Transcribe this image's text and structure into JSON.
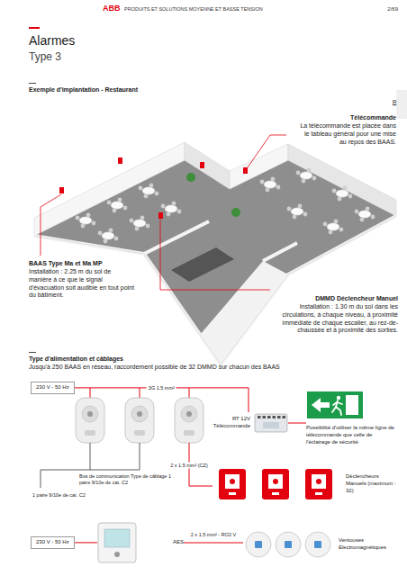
{
  "diagram": {
    "title": "Alarmes",
    "nodes": [
      {
        "text": [
          "230 V - 50 Hz"
        ]
      },
      {
        "text": [
          "RT 12V Télécommande"
        ]
      },
      {
        "text": [
          "Possibilité d'utiliser la même ligne de télécommande que celle de l'éclairage de sécurité"
        ]
      },
      {
        "text": [
          "Déclencheurs Manuels (maximum : 32)"
        ]
      },
      {
        "text": [
          "230 V - 50 Hz"
        ]
      },
      {
        "text": [
          "AES"
        ]
      },
      {
        "text": [
          "Ventouses Electromagnétiques"
        ]
      }
    ],
    "edges": [
      {
        "from": 0,
        "to": 1,
        "label": "3G 1.5 mm²",
        "arrow": "none"
      },
      {
        "from": 1,
        "to": 2,
        "arrow": "none"
      },
      {
        "from": 4,
        "to": 5,
        "arrow": "none"
      },
      {
        "from": 5,
        "to": 6,
        "label": "2 x 1.5 mm² - RO2 V",
        "arrow": "none"
      }
    ],
    "labels": [
      "ABB",
      "PRODUITS ET SOLUTIONS MOYENNE ET BASSE TENSION",
      "2/69",
      "03",
      "Type 3",
      "Exemple d'implantation - Restaurant",
      "Télécommande",
      "La télécommande est placée dans le tableau général pour une mise au repos des BAAS.",
      "BAAS Type Ma et Ma MP",
      "Installation : 2.25 m du sol de manière à ce que le signal d'évacuation soit audible en tout point du bâtiment.",
      "DMMD Déclencheur Manuel",
      "Installation : 1.30 m du sol dans les circulations, à chaque niveau, à proximité immédiate de chaque escalier, au rez-de-chaussée et à proximité des sorties.",
      "Type d'alimentation et câblages",
      "Jusqu'à 250 BAAS en réseau, raccordement possible de 32 DMMD sur chacun des BAAS",
      "2 x 1.5 mm² (CZ)",
      "Bus de communication Type de câblage 1 paire 9/10e de cat. C2",
      "1 paire 9/10e de cat. C2"
    ]
  }
}
